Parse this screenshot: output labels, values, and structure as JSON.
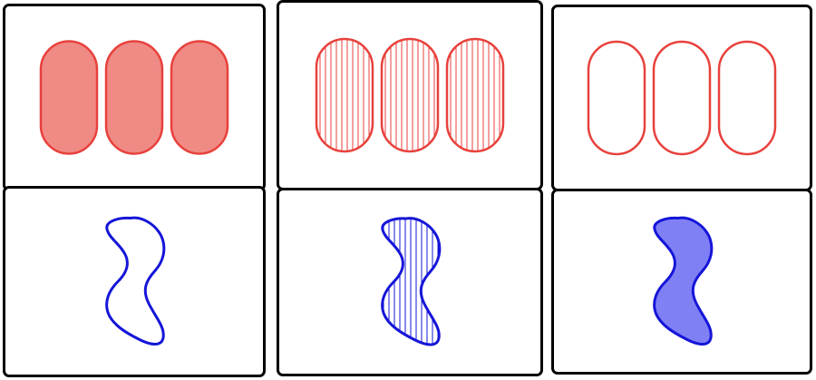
{
  "game": {
    "name": "",
    "cards": [
      {
        "id": "card-1",
        "count": 3,
        "shape": "oval",
        "color": "red",
        "color_hex": "#e8413c",
        "fill_hex": "#f08a85",
        "shading": "solid"
      },
      {
        "id": "card-2",
        "count": 3,
        "shape": "oval",
        "color": "red",
        "color_hex": "#e8413c",
        "fill_hex": "#f08a85",
        "shading": "striped"
      },
      {
        "id": "card-3",
        "count": 3,
        "shape": "oval",
        "color": "red",
        "color_hex": "#e8413c",
        "fill_hex": "#f08a85",
        "shading": "open"
      },
      {
        "id": "card-4",
        "count": 1,
        "shape": "squiggle",
        "color": "blue",
        "color_hex": "#1515d8",
        "fill_hex": "#8080f5",
        "shading": "open"
      },
      {
        "id": "card-5",
        "count": 1,
        "shape": "squiggle",
        "color": "blue",
        "color_hex": "#1515d8",
        "fill_hex": "#8080f5",
        "shading": "striped"
      },
      {
        "id": "card-6",
        "count": 1,
        "shape": "squiggle",
        "color": "blue",
        "color_hex": "#1515d8",
        "fill_hex": "#8080f5",
        "shading": "solid"
      }
    ]
  }
}
